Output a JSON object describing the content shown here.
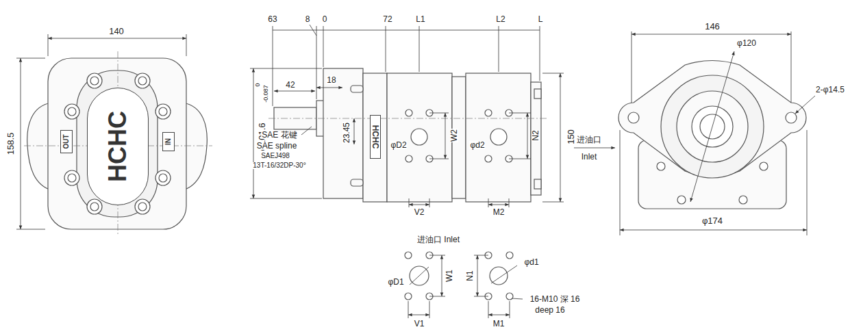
{
  "diagram": {
    "nodes": [
      {
        "text": [
          "OUT"
        ]
      },
      {
        "text": [
          "HCHC"
        ]
      },
      {
        "text": [
          "IN"
        ]
      },
      {
        "text": [
          "HCHC"
        ]
      }
    ],
    "labels": [
      "140",
      "158.5",
      "63",
      "8",
      "0",
      "72",
      "L1",
      "L2",
      "L",
      "42",
      "18",
      "φ101.6",
      "0",
      "-0.087",
      "23.45",
      "SAE 花键",
      "SAE spline",
      "SAEJ498",
      "13T-16/32DP-30°",
      "φD2",
      "W2",
      "φd2",
      "N2",
      "150",
      "V2",
      "M2",
      "进油口",
      "Inlet",
      "146",
      "φ120",
      "2-φ14.5",
      "φ174",
      "进油口 Inlet",
      "φD1",
      "W1",
      "φd1",
      "N1",
      "V1",
      "M1",
      "16-M10 深 16",
      "deep 16"
    ]
  }
}
